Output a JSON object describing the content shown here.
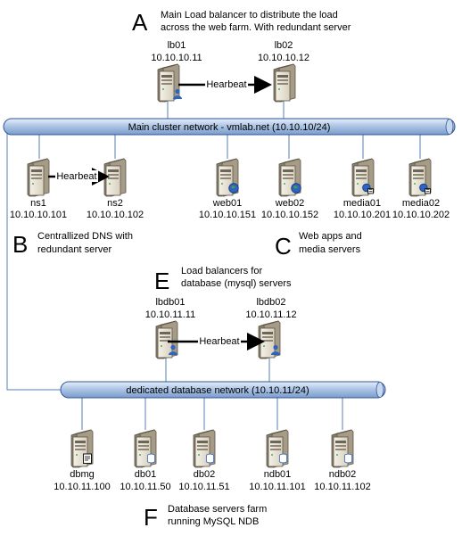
{
  "sections": {
    "A": {
      "letter": "A",
      "lines": [
        "Main Load balancer to distribute the load",
        "across the web farm.  With redundant server"
      ]
    },
    "B": {
      "letter": "B",
      "lines": [
        "Centrallized DNS with",
        "redundant server"
      ]
    },
    "C": {
      "letter": "C",
      "lines": [
        "Web apps and",
        "media servers"
      ]
    },
    "E": {
      "letter": "E",
      "lines": [
        "Load balancers for",
        "database (mysql) servers"
      ]
    },
    "F": {
      "letter": "F",
      "lines": [
        "Database servers farm",
        "running MySQL NDB"
      ]
    }
  },
  "networks": {
    "main": "Main cluster network - vmlab.net (10.10.10/24)",
    "db": "dedicated database network (10.10.11/24)"
  },
  "heartbeat": "Hearbeat",
  "servers": {
    "lb01": {
      "name": "lb01",
      "ip": "10.10.10.11",
      "badge": "user"
    },
    "lb02": {
      "name": "lb02",
      "ip": "10.10.10.12",
      "badge": "none"
    },
    "ns1": {
      "name": "ns1",
      "ip": "10.10.10.101",
      "badge": "none"
    },
    "ns2": {
      "name": "ns2",
      "ip": "10.10.10.102",
      "badge": "none"
    },
    "web01": {
      "name": "web01",
      "ip": "10.10.10.151",
      "badge": "globe"
    },
    "web02": {
      "name": "web02",
      "ip": "10.10.10.152",
      "badge": "globe"
    },
    "media01": {
      "name": "media01",
      "ip": "10.10.10.201",
      "badge": "media"
    },
    "media02": {
      "name": "media02",
      "ip": "10.10.10.202",
      "badge": "media"
    },
    "lbdb01": {
      "name": "lbdb01",
      "ip": "10.10.11.11",
      "badge": "user"
    },
    "lbdb02": {
      "name": "lbdb02",
      "ip": "10.10.11.12",
      "badge": "user"
    },
    "dbmg": {
      "name": "dbmg",
      "ip": "10.10.11.100",
      "badge": "doc"
    },
    "db01": {
      "name": "db01",
      "ip": "10.10.11.50",
      "badge": "db"
    },
    "db02": {
      "name": "db02",
      "ip": "10.10.11.51",
      "badge": "db"
    },
    "ndb01": {
      "name": "ndb01",
      "ip": "10.10.11.101",
      "badge": "db"
    },
    "ndb02": {
      "name": "ndb02",
      "ip": "10.10.11.102",
      "badge": "db"
    }
  },
  "colors": {
    "bus_fill": "#b8cde6",
    "bus_stroke": "#2f5597",
    "link": "#5a7fb5",
    "server_face": "#e9e3d4",
    "server_side": "#b5ab95",
    "server_edge": "#5c5548",
    "badge_blue": "#2b64c3"
  }
}
